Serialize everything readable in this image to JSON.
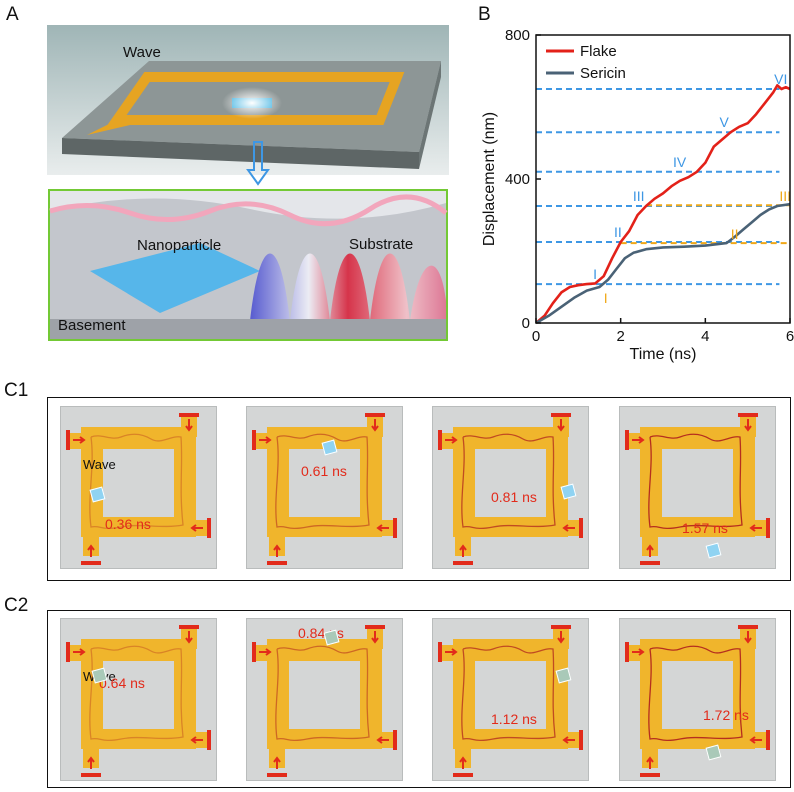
{
  "panels": {
    "A": "A",
    "B": "B",
    "C1": "C1",
    "C2": "C2"
  },
  "panel_a": {
    "top_label": "Wave",
    "inset_labels": {
      "nanoparticle": "Nanoparticle",
      "substrate": "Substrate",
      "basement": "Basement"
    },
    "inset_border_color": "#73c935"
  },
  "chart_data": {
    "type": "line",
    "xlabel": "Time (ns)",
    "ylabel": "Displacement (nm)",
    "xlim": [
      0,
      6
    ],
    "ylim": [
      0,
      800
    ],
    "xticks": [
      "0",
      "2",
      "4",
      "6"
    ],
    "yticks": [
      "0",
      "400",
      "800"
    ],
    "legend_position": "top-left",
    "series": [
      {
        "name": "Flake",
        "color": "#e32119",
        "x": [
          0,
          0.2,
          0.4,
          0.6,
          0.8,
          1.0,
          1.2,
          1.4,
          1.6,
          1.8,
          2.0,
          2.2,
          2.4,
          2.6,
          2.8,
          3.0,
          3.2,
          3.4,
          3.6,
          3.8,
          4.0,
          4.2,
          4.4,
          4.6,
          4.8,
          5.0,
          5.2,
          5.4,
          5.6,
          5.7,
          5.8,
          5.9,
          6.0
        ],
        "y": [
          0,
          20,
          55,
          85,
          100,
          105,
          108,
          110,
          130,
          180,
          225,
          255,
          300,
          325,
          345,
          360,
          380,
          395,
          405,
          420,
          445,
          490,
          510,
          530,
          545,
          555,
          580,
          610,
          640,
          660,
          650,
          655,
          650
        ]
      },
      {
        "name": "Sericin",
        "color": "#4a6276",
        "x": [
          0,
          0.3,
          0.6,
          0.9,
          1.2,
          1.5,
          1.7,
          1.9,
          2.1,
          2.3,
          2.6,
          3.0,
          3.5,
          4.0,
          4.5,
          4.7,
          4.9,
          5.1,
          5.3,
          5.5,
          5.7,
          6.0
        ],
        "y": [
          0,
          20,
          45,
          70,
          90,
          100,
          120,
          150,
          180,
          195,
          205,
          210,
          212,
          215,
          222,
          240,
          260,
          280,
          300,
          315,
          325,
          330
        ]
      }
    ],
    "levels_flake": [
      {
        "label": "I",
        "y": 108
      },
      {
        "label": "II",
        "y": 225
      },
      {
        "label": "III",
        "y": 325
      },
      {
        "label": "IV",
        "y": 420
      },
      {
        "label": "V",
        "y": 530
      },
      {
        "label": "VI",
        "y": 650
      }
    ],
    "levels_sericin": [
      {
        "label": "I",
        "y": 100
      },
      {
        "label": "II",
        "y": 220
      },
      {
        "label": "III",
        "y": 325
      }
    ],
    "level_colors": {
      "flake": "#3e97e4",
      "sericin": "#f0a818"
    }
  },
  "c1": {
    "wave_label": "Wave",
    "times": [
      "0.36 ns",
      "0.61 ns",
      "0.81 ns",
      "1.57 ns"
    ]
  },
  "c2": {
    "wave_label": "Wave",
    "times": [
      "0.64 ns",
      "0.84 ns",
      "1.12 ns",
      "1.72 ns"
    ]
  },
  "colors": {
    "wire": "#f0b52c",
    "wave_arrow": "#e22b1b",
    "trajectory": "#b2281e",
    "tile_bg": "#d4d6d6"
  }
}
